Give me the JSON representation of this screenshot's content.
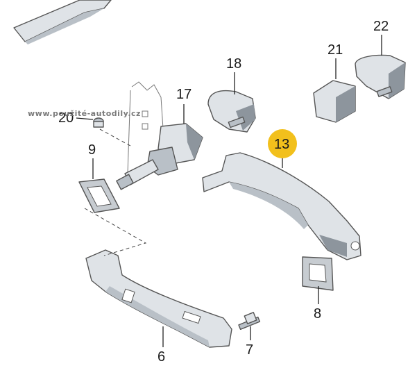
{
  "watermark": "www.použité-autodily.cz",
  "callouts": {
    "p6": "6",
    "p7": "7",
    "p8": "8",
    "p9": "9",
    "p13": "13",
    "p17": "17",
    "p18": "18",
    "p20": "20",
    "p21": "21",
    "p22": "22"
  },
  "colors": {
    "highlight": "#f2c01c",
    "part_fill": "#dfe3e7",
    "part_shadow": "#8d959d"
  }
}
